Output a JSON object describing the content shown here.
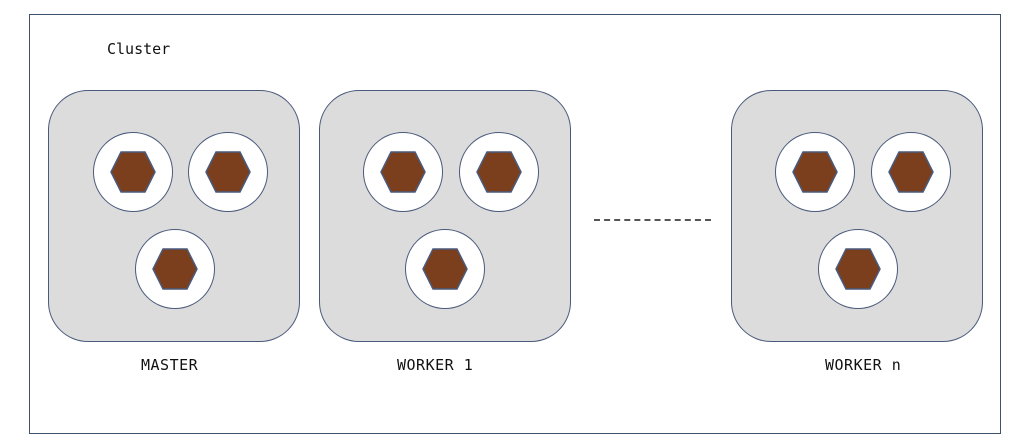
{
  "cluster": {
    "label": "Cluster"
  },
  "nodes": [
    {
      "label": "MASTER"
    },
    {
      "label": "WORKER 1"
    },
    {
      "label": "WORKER n"
    }
  ],
  "colors": {
    "node_fill": "#dcdcdc",
    "node_border": "#4a5a7c",
    "pod_fill": "#ffffff",
    "container_fill": "#7b3f1e",
    "container_border": "#4a5a7c"
  },
  "icons": {
    "container": "hexagon-icon",
    "pod": "circle"
  }
}
